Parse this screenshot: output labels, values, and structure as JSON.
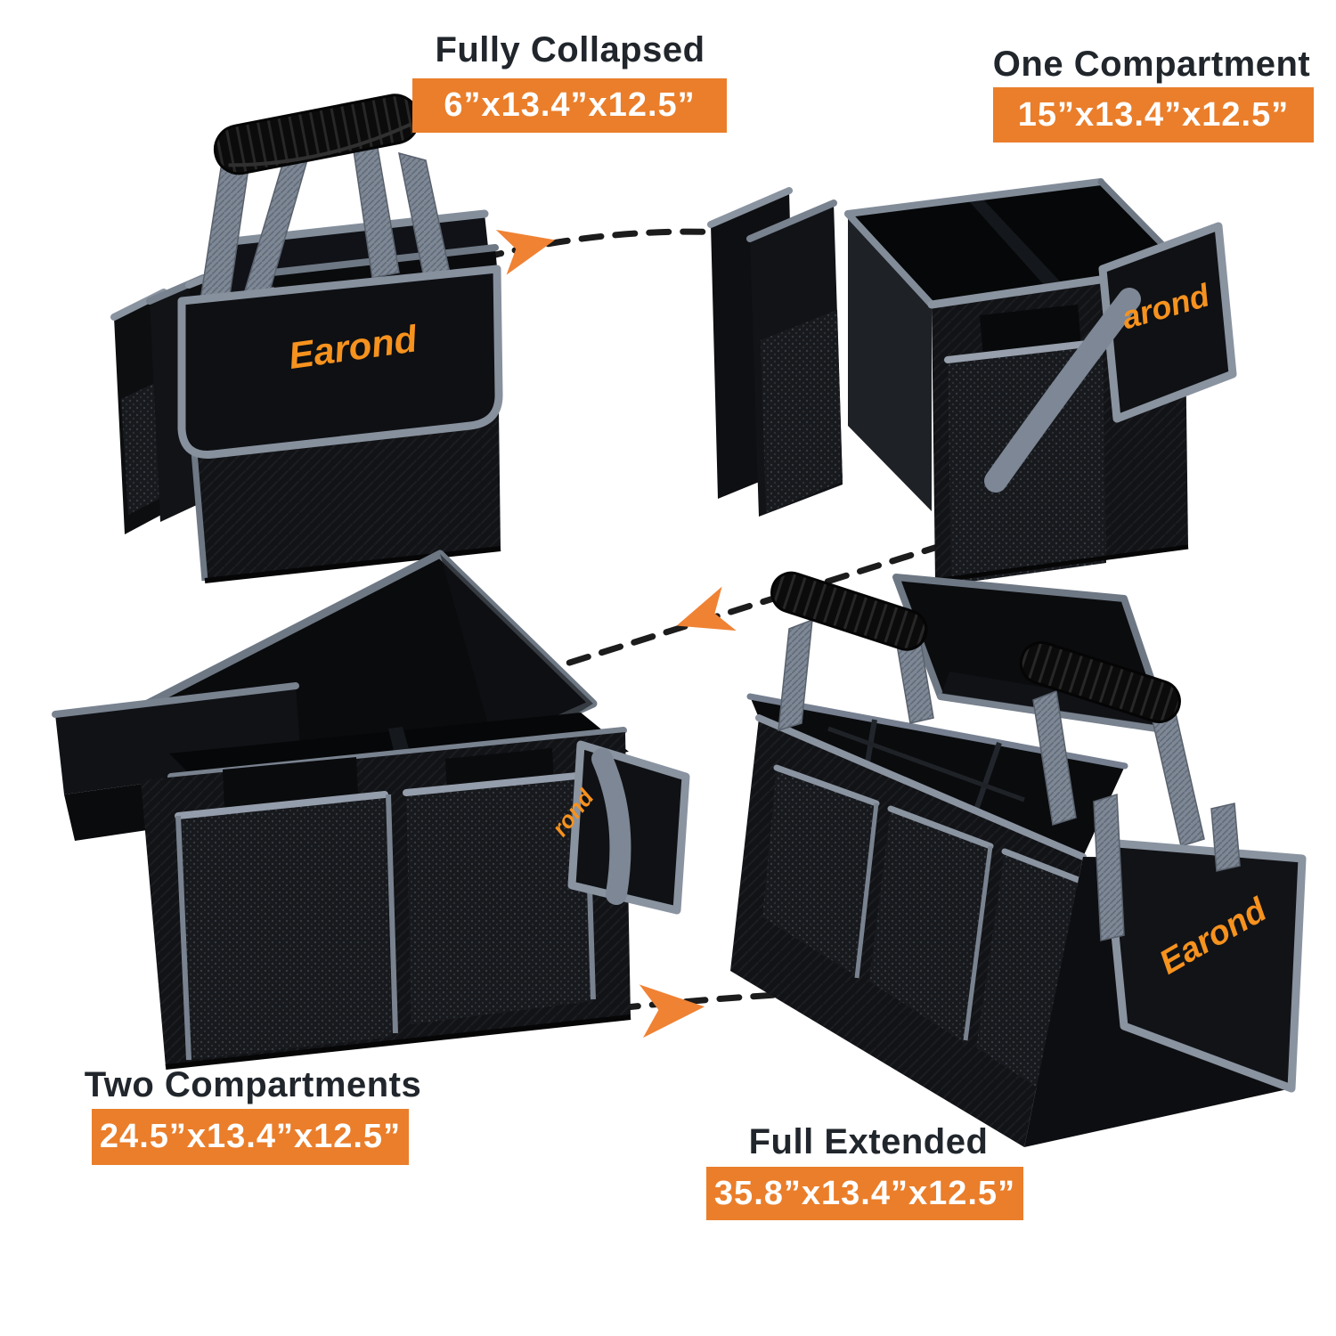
{
  "infographic": {
    "product": "collapsible trunk organizer",
    "brand": "Earond",
    "stages": [
      {
        "id": "fully-collapsed",
        "title": "Fully Collapsed",
        "dimensions": "6”x13.4”x12.5”",
        "brand_label": "Earond"
      },
      {
        "id": "one-compartment",
        "title": "One Compartment",
        "dimensions": "15”x13.4”x12.5”",
        "brand_label": "arond"
      },
      {
        "id": "two-compartments",
        "title": "Two Compartments",
        "dimensions": "24.5”x13.4”x12.5”",
        "brand_label": "rond"
      },
      {
        "id": "full-extended",
        "title": "Full Extended",
        "dimensions": "35.8”x13.4”x12.5”",
        "brand_label": "Earond"
      }
    ],
    "arrows": [
      {
        "from": "Fully Collapsed",
        "to": "One Compartment",
        "style": "dashed-curve",
        "head": "orange-arrowhead",
        "direction": "right"
      },
      {
        "from": "One Compartment",
        "to": "Two Compartments",
        "style": "dashed-line",
        "head": "orange-arrowhead",
        "direction": "down-left"
      },
      {
        "from": "Two Compartments",
        "to": "Full Extended",
        "style": "dashed-line",
        "head": "orange-arrowhead",
        "direction": "right"
      }
    ],
    "colors": {
      "background": "#FFFFFF",
      "accent_orange": "#EA7E2B",
      "arrow_head_orange": "#F08234",
      "brand_orange": "#F6921E",
      "badge_text": "#FFFFFF",
      "heading_text": "#21262C",
      "arrow_dash": "#1C1C1C",
      "bag_fabric_black": "#14161A",
      "trim_gray": "#848E9B"
    }
  }
}
